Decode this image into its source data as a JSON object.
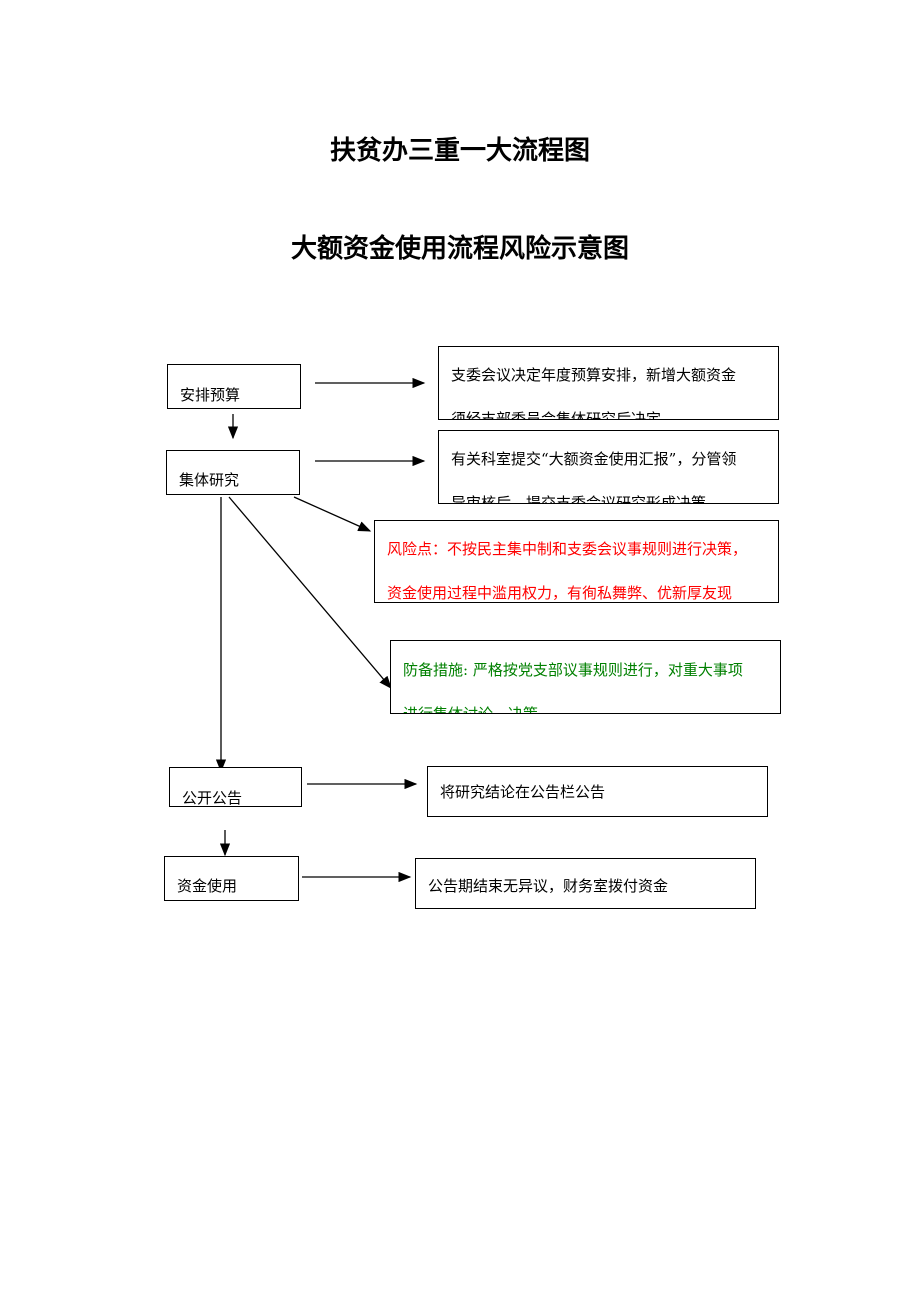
{
  "title": "扶贫办三重一大流程图",
  "subtitle": "大额资金使用流程风险示意图",
  "steps": [
    {
      "label": "安排预算",
      "note": [
        "支委会议决定年度预算安排，新增大额资金",
        "须经支部委员会集体研究后决定"
      ]
    },
    {
      "label": "集体研究",
      "note": [
        "有关科室提交“大额资金使用汇报”，分管领",
        "导审核后，提交支委会议研究形成决策"
      ]
    },
    {
      "label": "公开公告",
      "note": [
        "将研究结论在公告栏公告"
      ]
    },
    {
      "label": "资金使用",
      "note": [
        "公告期结束无异议，财务室拨付资金"
      ]
    }
  ],
  "risk": {
    "lines": [
      "风险点：不按民主集中制和支委会议事规则进行决策，",
      "资金使用过程中滥用权力，有徇私舞弊、优新厚友现"
    ],
    "color": "#ff0000"
  },
  "prevention": {
    "lines": [
      "防备措施: 严格按党支部议事规则进行，对重大事项",
      "进行集体讨论、决策"
    ],
    "color": "#008000"
  }
}
